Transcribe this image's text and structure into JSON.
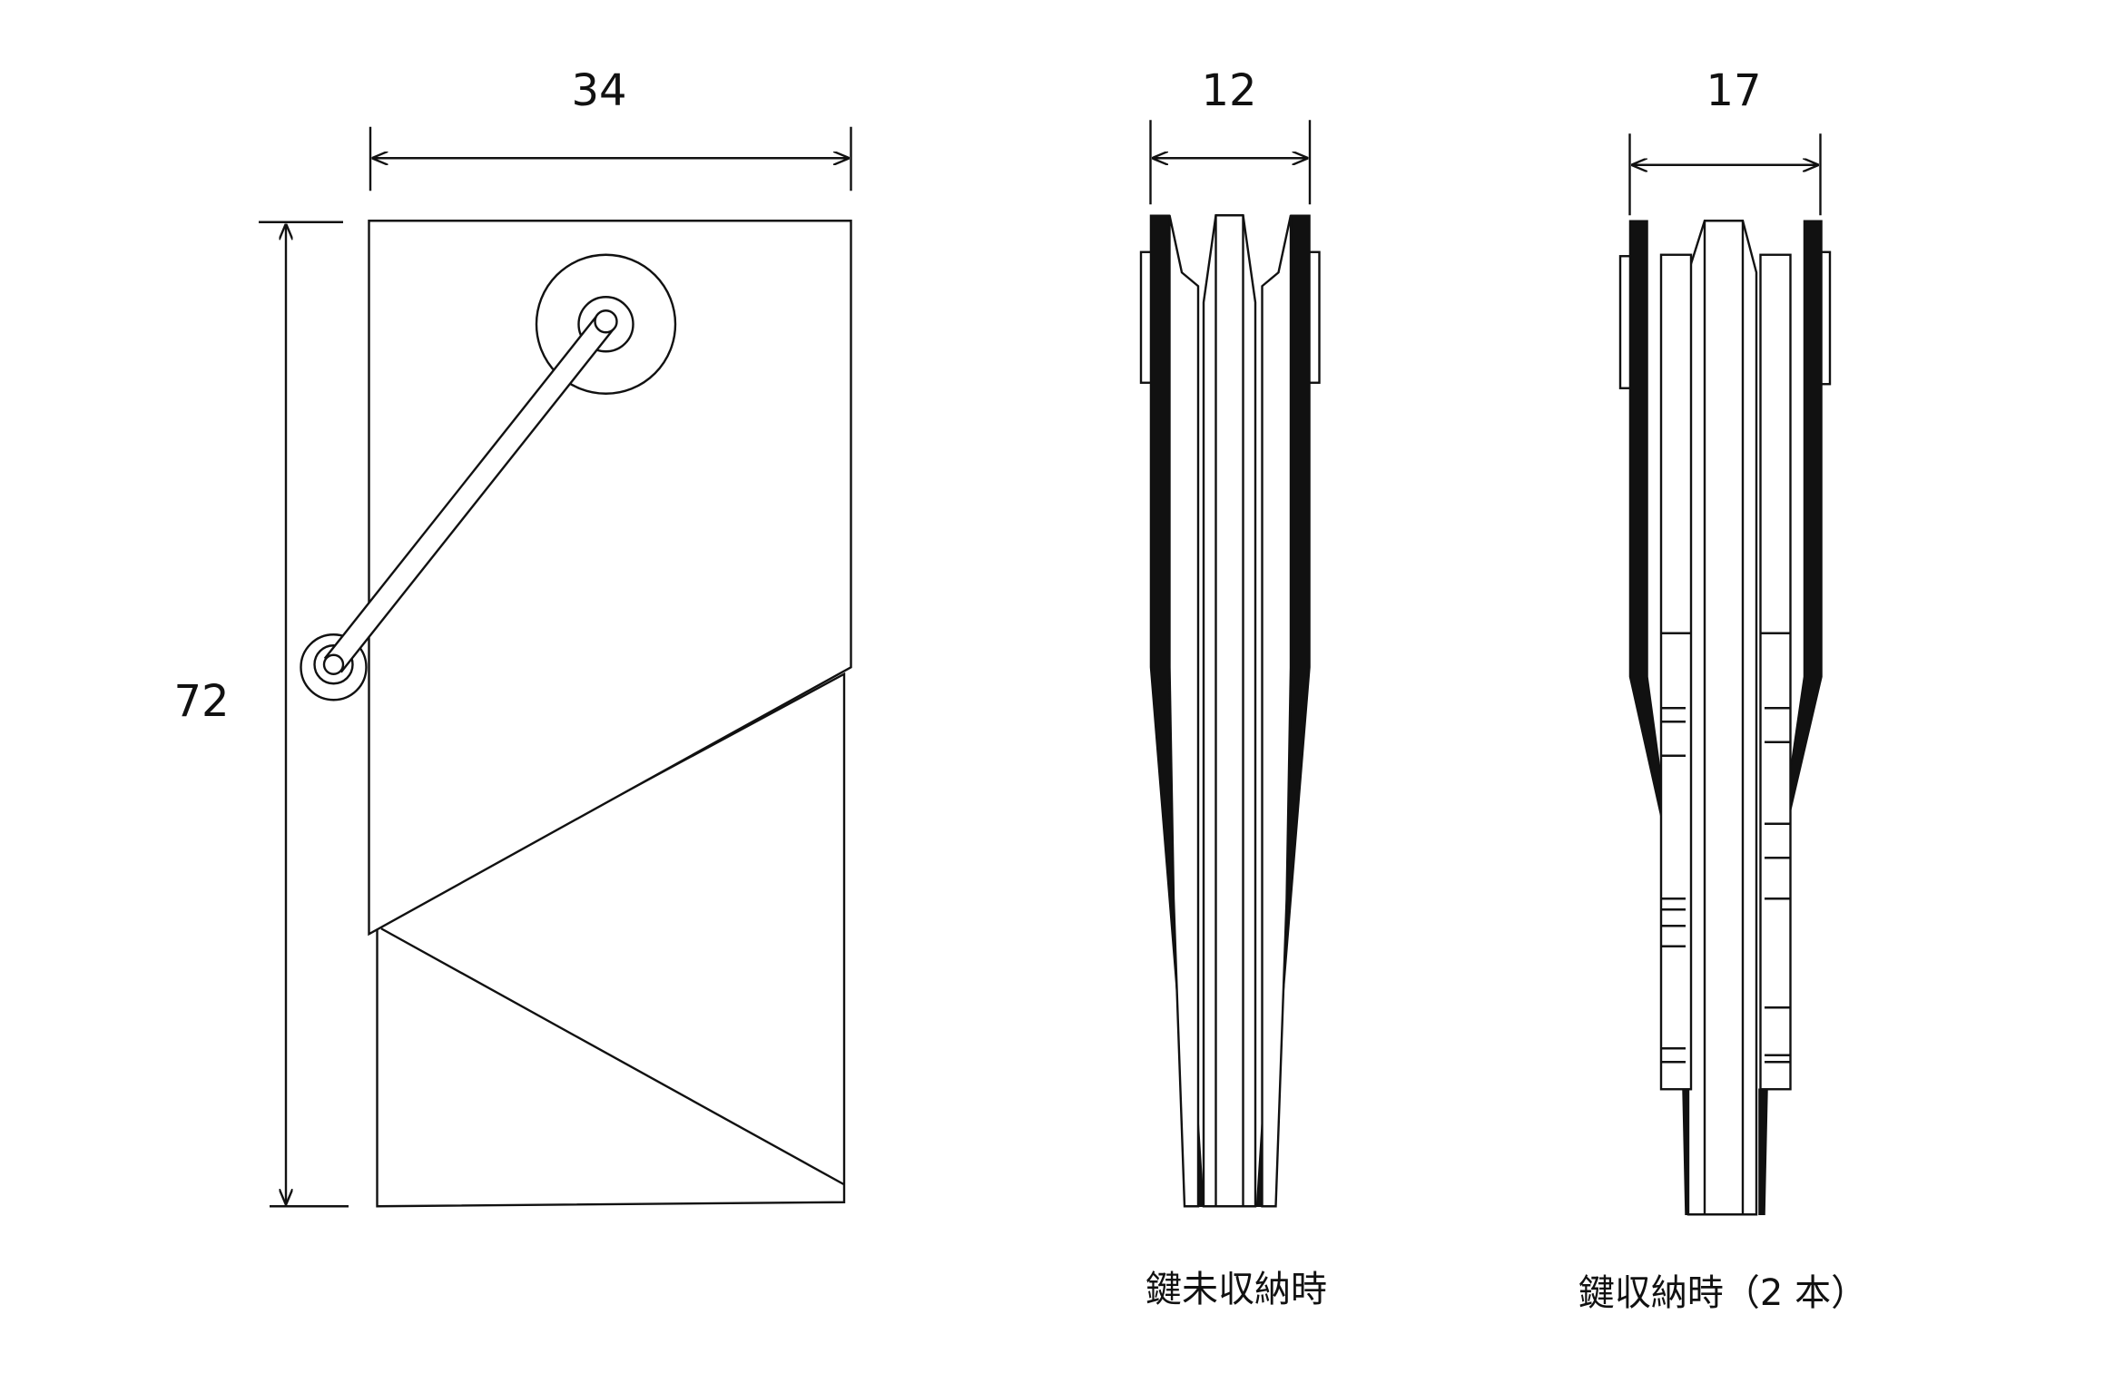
{
  "front_view": {
    "width_label": "34",
    "height_label": "72"
  },
  "side_view_empty": {
    "width_label": "12",
    "caption": "鍵未収納時"
  },
  "side_view_keys": {
    "width_label": "17",
    "caption": "鍵収納時（2 本）"
  },
  "colors": {
    "line": "#111111",
    "background": "#ffffff"
  }
}
